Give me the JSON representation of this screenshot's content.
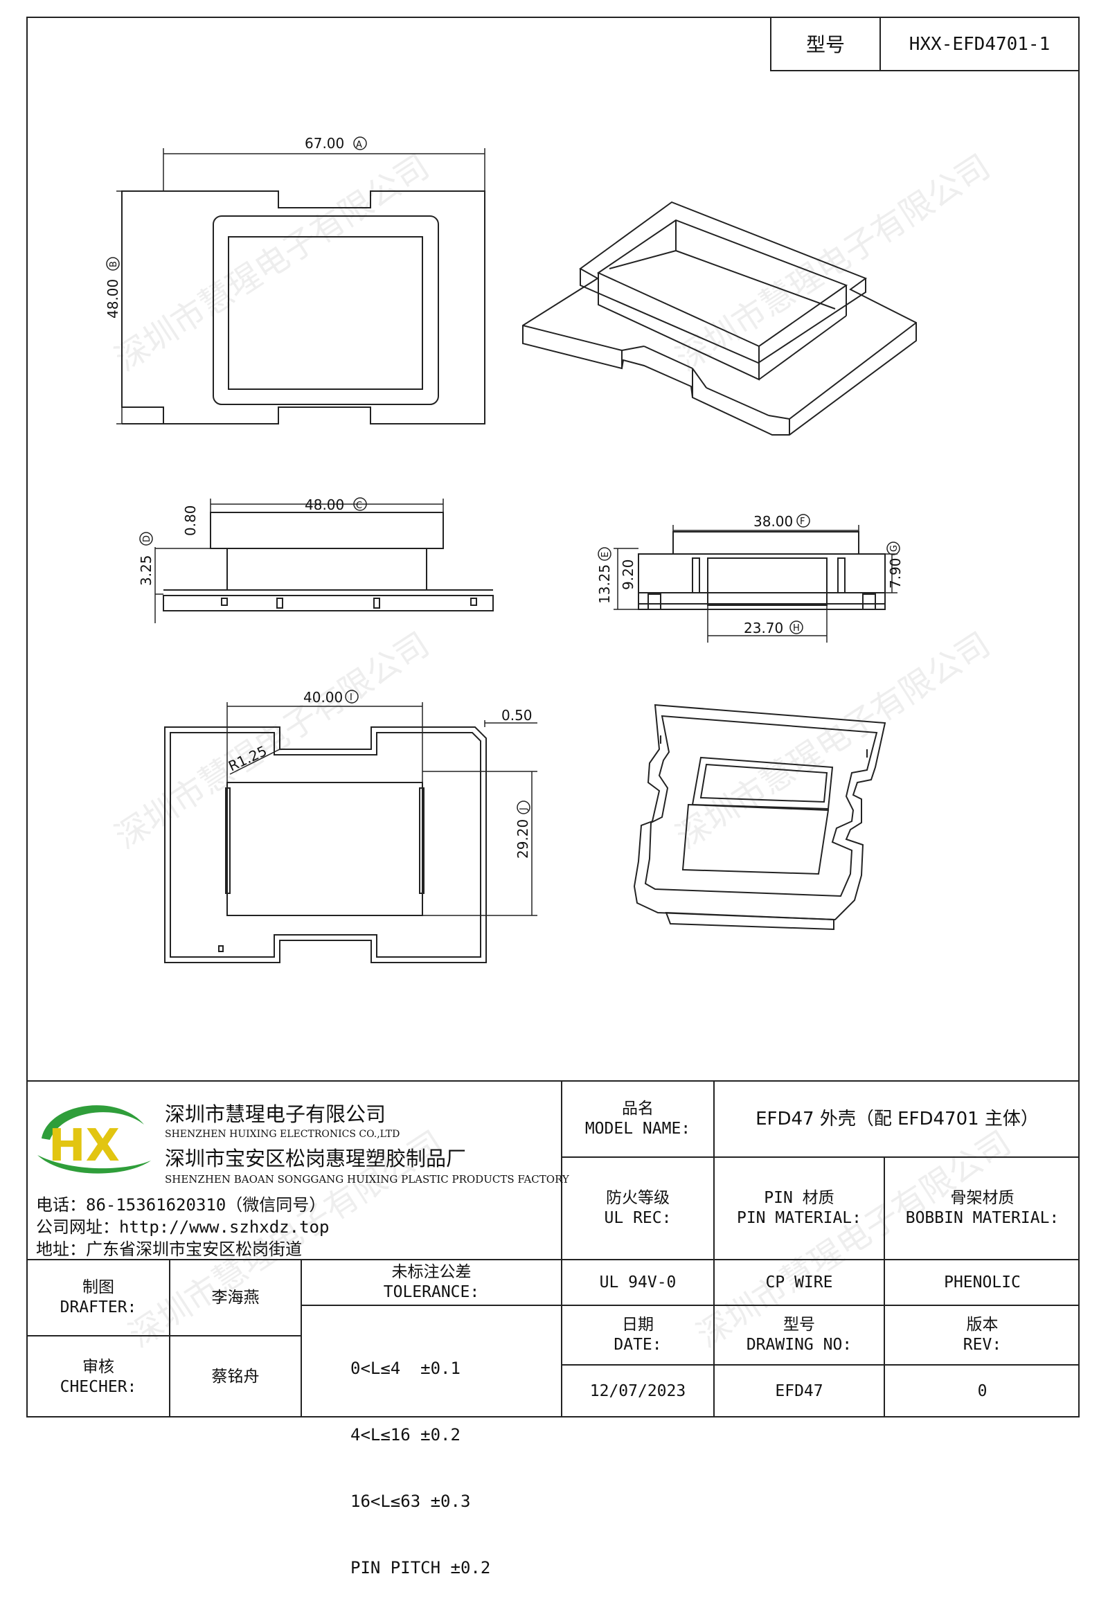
{
  "header": {
    "model_label": "型号",
    "model_value": "HXX-EFD4701-1"
  },
  "watermark": "深圳市慧瑆电子有限公司",
  "drawing": {
    "top_view": {
      "width_dim": "67.00",
      "width_tag": "A",
      "height_dim": "48.00",
      "height_tag": "B"
    },
    "side_view": {
      "width_dim": "48.00",
      "width_tag": "C",
      "top_thk": "0.80",
      "height_dim": "3.25",
      "height_tag": "D"
    },
    "end_view": {
      "width_dim": "38.00",
      "width_tag": "F",
      "total_h": "13.25",
      "total_tag": "E",
      "mid_h": "9.20",
      "right_h": "7.90",
      "right_tag": "G",
      "bottom_w": "23.70",
      "bottom_tag": "H"
    },
    "bottom_view": {
      "width_dim": "40.00",
      "width_tag": "I",
      "gap": "0.50",
      "radius": "R1.25",
      "height_dim": "29.20",
      "height_tag": "J"
    }
  },
  "company": {
    "name_cn": "深圳市慧瑆电子有限公司",
    "name_en": "SHENZHEN HUIXING ELECTRONICS CO.,LTD",
    "factory_cn": "深圳市宝安区松岗惠瑆塑胶制品厂",
    "factory_en": "SHENZHEN BAOAN SONGGANG HUIXING PLASTIC PRODUCTS FACTORY",
    "phone": "电话：86-15361620310（微信同号）",
    "website": "公司网址：http://www.szhxdz.top",
    "address": "地址：广东省深圳市宝安区松岗街道",
    "logo_letters": "HX"
  },
  "title_block": {
    "model_name_cn": "品名",
    "model_name_en": "MODEL NAME:",
    "model_name_value": "EFD47 外壳（配 EFD4701 主体）",
    "ul_cn": "防火等级",
    "ul_en": "UL REC:",
    "pin_cn": "PIN 材质",
    "pin_en": "PIN MATERIAL:",
    "bobbin_cn": "骨架材质",
    "bobbin_en": "BOBBIN MATERIAL:",
    "ul_value": "UL 94V-0",
    "pin_value": "CP WIRE",
    "bobbin_value": "PHENOLIC",
    "drafter_cn": "制图",
    "drafter_en": "DRAFTER:",
    "drafter_name": "李海燕",
    "checker_cn": "审核",
    "checker_en": "CHECHER:",
    "checker_name": "蔡铭舟",
    "tolerance_cn": "未标注公差",
    "tolerance_en": "TOLERANCE:",
    "tolerances": [
      "0<L≤4  ±0.1",
      "4<L≤16 ±0.2",
      "16<L≤63 ±0.3",
      "PIN PITCH ±0.2"
    ],
    "date_cn": "日期",
    "date_en": "DATE:",
    "date_value": "12/07/2023",
    "drawing_no_cn": "型号",
    "drawing_no_en": "DRAWING NO:",
    "drawing_no_value": "EFD47",
    "rev_cn": "版本",
    "rev_en": "REV:",
    "rev_value": "0"
  }
}
